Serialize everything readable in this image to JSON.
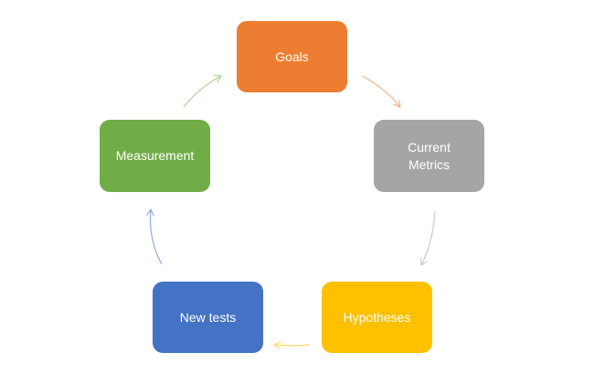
{
  "diagram": {
    "nodes": [
      {
        "id": "goals",
        "label": "Goals",
        "color": "#ED7D31"
      },
      {
        "id": "metrics",
        "label": "Current\nMetrics",
        "color": "#A5A5A5"
      },
      {
        "id": "hypotheses",
        "label": "Hypotheses",
        "color": "#FFC000"
      },
      {
        "id": "newtests",
        "label": "New tests",
        "color": "#4472C4"
      },
      {
        "id": "measurement",
        "label": "Measurement",
        "color": "#70AD47"
      }
    ],
    "edges": [
      {
        "from": "goals",
        "to": "metrics",
        "color": "#F4B183"
      },
      {
        "from": "metrics",
        "to": "hypotheses",
        "color": "#C9C9C9"
      },
      {
        "from": "hypotheses",
        "to": "newtests",
        "color": "#FFD966"
      },
      {
        "from": "newtests",
        "to": "measurement",
        "color": "#8FAADC"
      },
      {
        "from": "measurement",
        "to": "goals",
        "color": "#A9D18E"
      }
    ]
  }
}
